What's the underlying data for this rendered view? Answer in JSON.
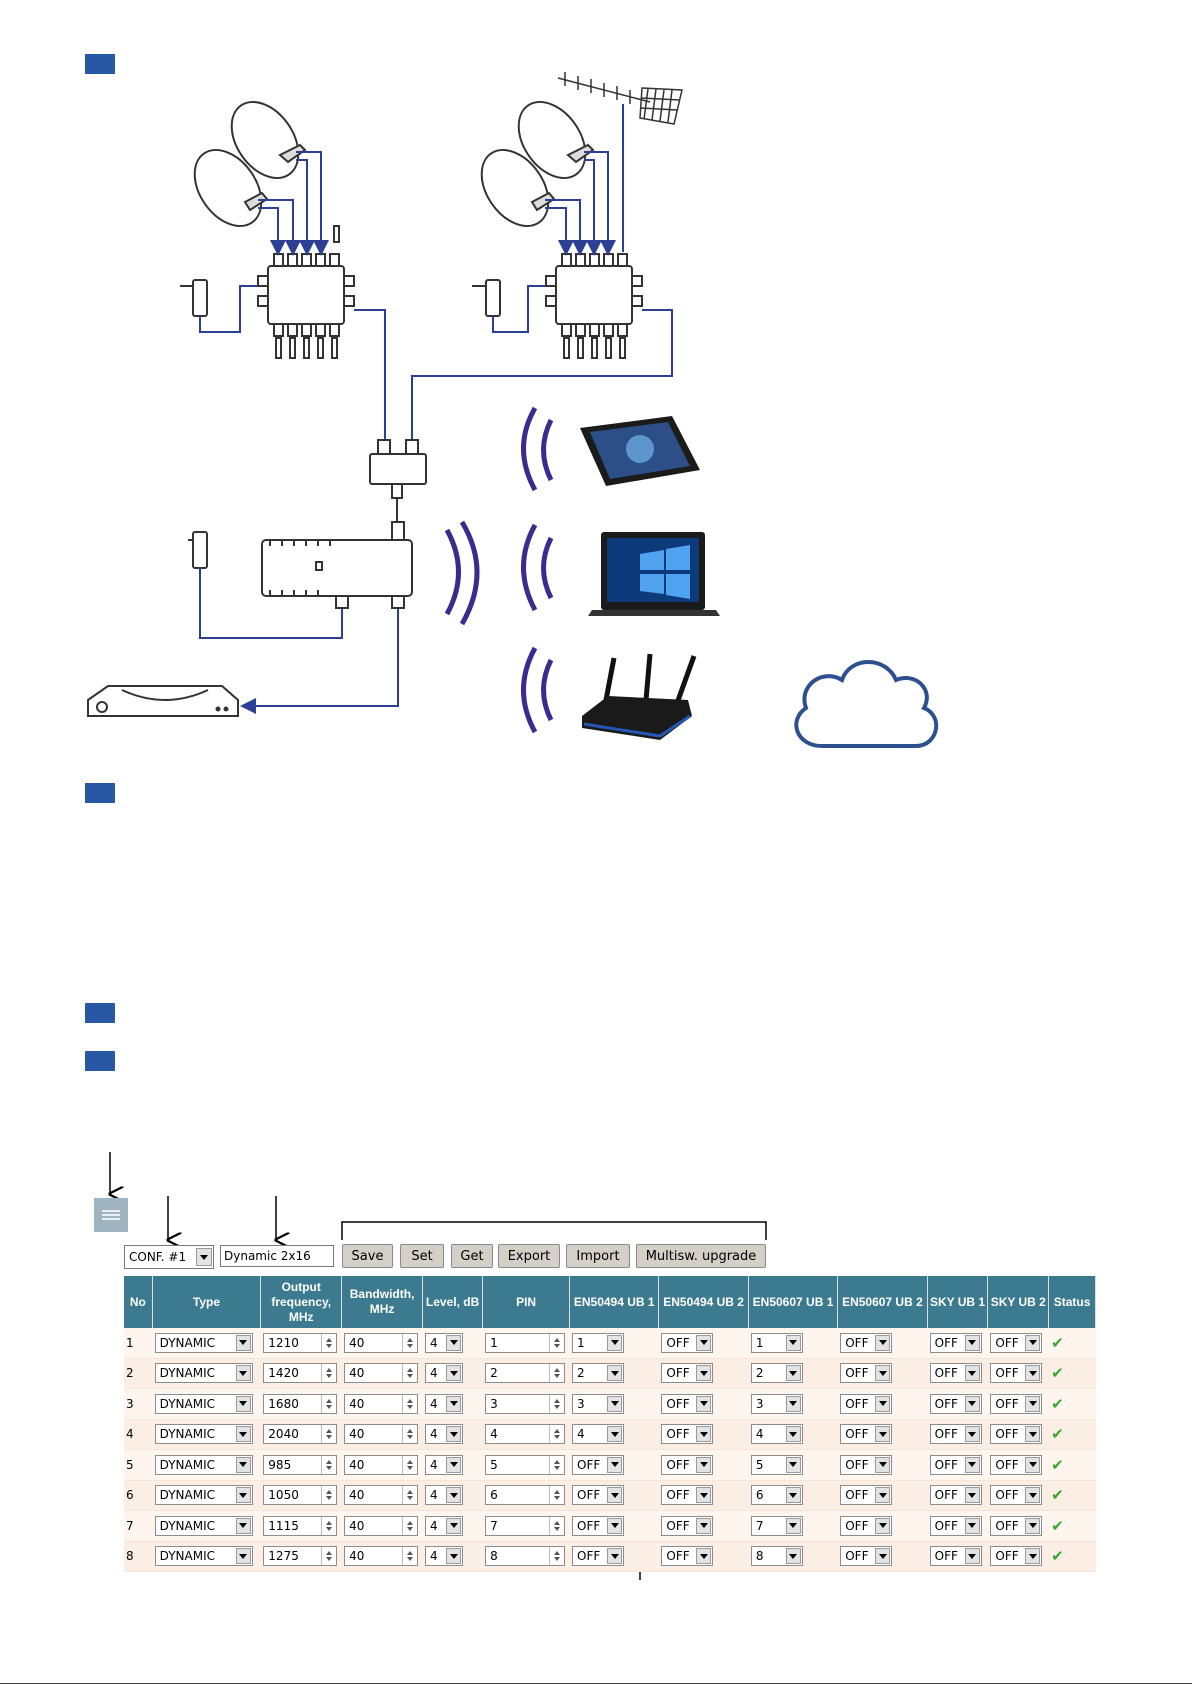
{
  "colors": {
    "marker": "#2857a4",
    "diagram_line": "#2b3f94",
    "wifi": "#3b2a8f",
    "table_header": "#3c7b8f",
    "row_bg": "#fdf5ee",
    "status_ok": "#3aa52c"
  },
  "icons": [
    "satellite-dish-icon",
    "terrestrial-antenna-icon",
    "multiswitch-icon",
    "power-adapter-icon",
    "splitter-icon",
    "wifi-streamer-icon",
    "set-top-box-icon",
    "tablet-icon",
    "laptop-icon",
    "router-icon",
    "cloud-icon",
    "wifi-waves-icon",
    "menu-icon",
    "dropdown-arrow-icon",
    "spinner-icon",
    "check-icon"
  ],
  "toolbar": {
    "config_select": "CONF. #1",
    "config_name": "Dynamic 2x16",
    "buttons": {
      "save": "Save",
      "set": "Set",
      "get": "Get",
      "export": "Export",
      "import": "Import",
      "upgrade": "Multisw. upgrade"
    }
  },
  "table": {
    "headers": {
      "no": "No",
      "type": "Type",
      "output1": "Output",
      "output2": "frequency,",
      "output3": "MHz",
      "bandwidth1": "Bandwidth,",
      "bandwidth2": "MHz",
      "level": "Level, dB",
      "pin": "PIN",
      "en50494_ub1": "EN50494 UB 1",
      "en50494_ub2": "EN50494 UB 2",
      "en50607_ub1": "EN50607 UB 1",
      "en50607_ub2": "EN50607 UB 2",
      "sky_ub1": "SKY UB 1",
      "sky_ub2": "SKY UB 2",
      "status": "Status"
    },
    "rows": [
      {
        "no": "1",
        "type": "DYNAMIC",
        "freq": "1210",
        "bw": "40",
        "level": "4",
        "pin": "1",
        "en50494_ub1": "1",
        "en50494_ub2": "OFF",
        "en50607_ub1": "1",
        "en50607_ub2": "OFF",
        "sky_ub1": "OFF",
        "sky_ub2": "OFF"
      },
      {
        "no": "2",
        "type": "DYNAMIC",
        "freq": "1420",
        "bw": "40",
        "level": "4",
        "pin": "2",
        "en50494_ub1": "2",
        "en50494_ub2": "OFF",
        "en50607_ub1": "2",
        "en50607_ub2": "OFF",
        "sky_ub1": "OFF",
        "sky_ub2": "OFF"
      },
      {
        "no": "3",
        "type": "DYNAMIC",
        "freq": "1680",
        "bw": "40",
        "level": "4",
        "pin": "3",
        "en50494_ub1": "3",
        "en50494_ub2": "OFF",
        "en50607_ub1": "3",
        "en50607_ub2": "OFF",
        "sky_ub1": "OFF",
        "sky_ub2": "OFF"
      },
      {
        "no": "4",
        "type": "DYNAMIC",
        "freq": "2040",
        "bw": "40",
        "level": "4",
        "pin": "4",
        "en50494_ub1": "4",
        "en50494_ub2": "OFF",
        "en50607_ub1": "4",
        "en50607_ub2": "OFF",
        "sky_ub1": "OFF",
        "sky_ub2": "OFF"
      },
      {
        "no": "5",
        "type": "DYNAMIC",
        "freq": "985",
        "bw": "40",
        "level": "4",
        "pin": "5",
        "en50494_ub1": "OFF",
        "en50494_ub2": "OFF",
        "en50607_ub1": "5",
        "en50607_ub2": "OFF",
        "sky_ub1": "OFF",
        "sky_ub2": "OFF"
      },
      {
        "no": "6",
        "type": "DYNAMIC",
        "freq": "1050",
        "bw": "40",
        "level": "4",
        "pin": "6",
        "en50494_ub1": "OFF",
        "en50494_ub2": "OFF",
        "en50607_ub1": "6",
        "en50607_ub2": "OFF",
        "sky_ub1": "OFF",
        "sky_ub2": "OFF"
      },
      {
        "no": "7",
        "type": "DYNAMIC",
        "freq": "1115",
        "bw": "40",
        "level": "4",
        "pin": "7",
        "en50494_ub1": "OFF",
        "en50494_ub2": "OFF",
        "en50607_ub1": "7",
        "en50607_ub2": "OFF",
        "sky_ub1": "OFF",
        "sky_ub2": "OFF"
      },
      {
        "no": "8",
        "type": "DYNAMIC",
        "freq": "1275",
        "bw": "40",
        "level": "4",
        "pin": "8",
        "en50494_ub1": "OFF",
        "en50494_ub2": "OFF",
        "en50607_ub1": "8",
        "en50607_ub2": "OFF",
        "sky_ub1": "OFF",
        "sky_ub2": "OFF"
      }
    ]
  }
}
